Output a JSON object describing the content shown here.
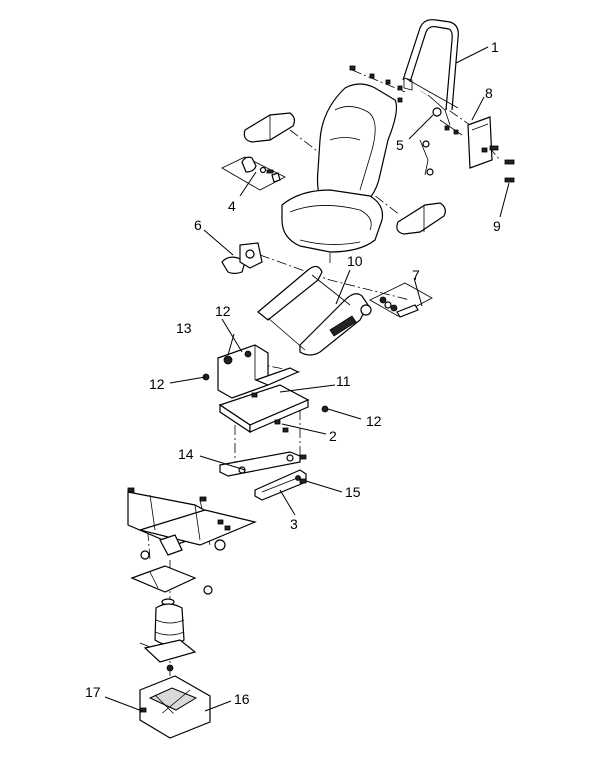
{
  "callouts": [
    {
      "id": "1",
      "label": "1"
    },
    {
      "id": "2",
      "label": "2"
    },
    {
      "id": "3",
      "label": "3"
    },
    {
      "id": "4",
      "label": "4"
    },
    {
      "id": "5",
      "label": "5"
    },
    {
      "id": "6",
      "label": "6"
    },
    {
      "id": "7",
      "label": "7"
    },
    {
      "id": "8",
      "label": "8"
    },
    {
      "id": "9",
      "label": "9"
    },
    {
      "id": "10",
      "label": "10"
    },
    {
      "id": "11",
      "label": "11"
    },
    {
      "id": "12a",
      "label": "12"
    },
    {
      "id": "12b",
      "label": "12"
    },
    {
      "id": "12c",
      "label": "12"
    },
    {
      "id": "13",
      "label": "13"
    },
    {
      "id": "14",
      "label": "14"
    },
    {
      "id": "15",
      "label": "15"
    },
    {
      "id": "16",
      "label": "16"
    },
    {
      "id": "17",
      "label": "17"
    }
  ]
}
